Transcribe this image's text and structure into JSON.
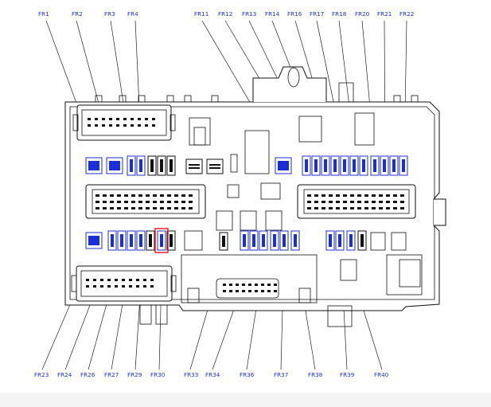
{
  "labels_top": [
    "FR1",
    "FR2",
    "FR3",
    "FR4",
    "FR11",
    "FR12",
    "FR13",
    "FR14",
    "FR16",
    "FR17",
    "FR18",
    "FR20",
    "FR21",
    "FR22"
  ],
  "labels_bottom": [
    "FR23",
    "FR24",
    "FR26",
    "FR27",
    "FR29",
    "FR30",
    "FR33",
    "FR34",
    "FR36",
    "FR37",
    "FR38",
    "FR39",
    "FR40"
  ],
  "highlight_fuse": "FR30",
  "colors": {
    "label": "#1b2fd8",
    "line": "#222222",
    "highlight": "#e0151b",
    "fuse_blue": "#1b2fd8"
  }
}
